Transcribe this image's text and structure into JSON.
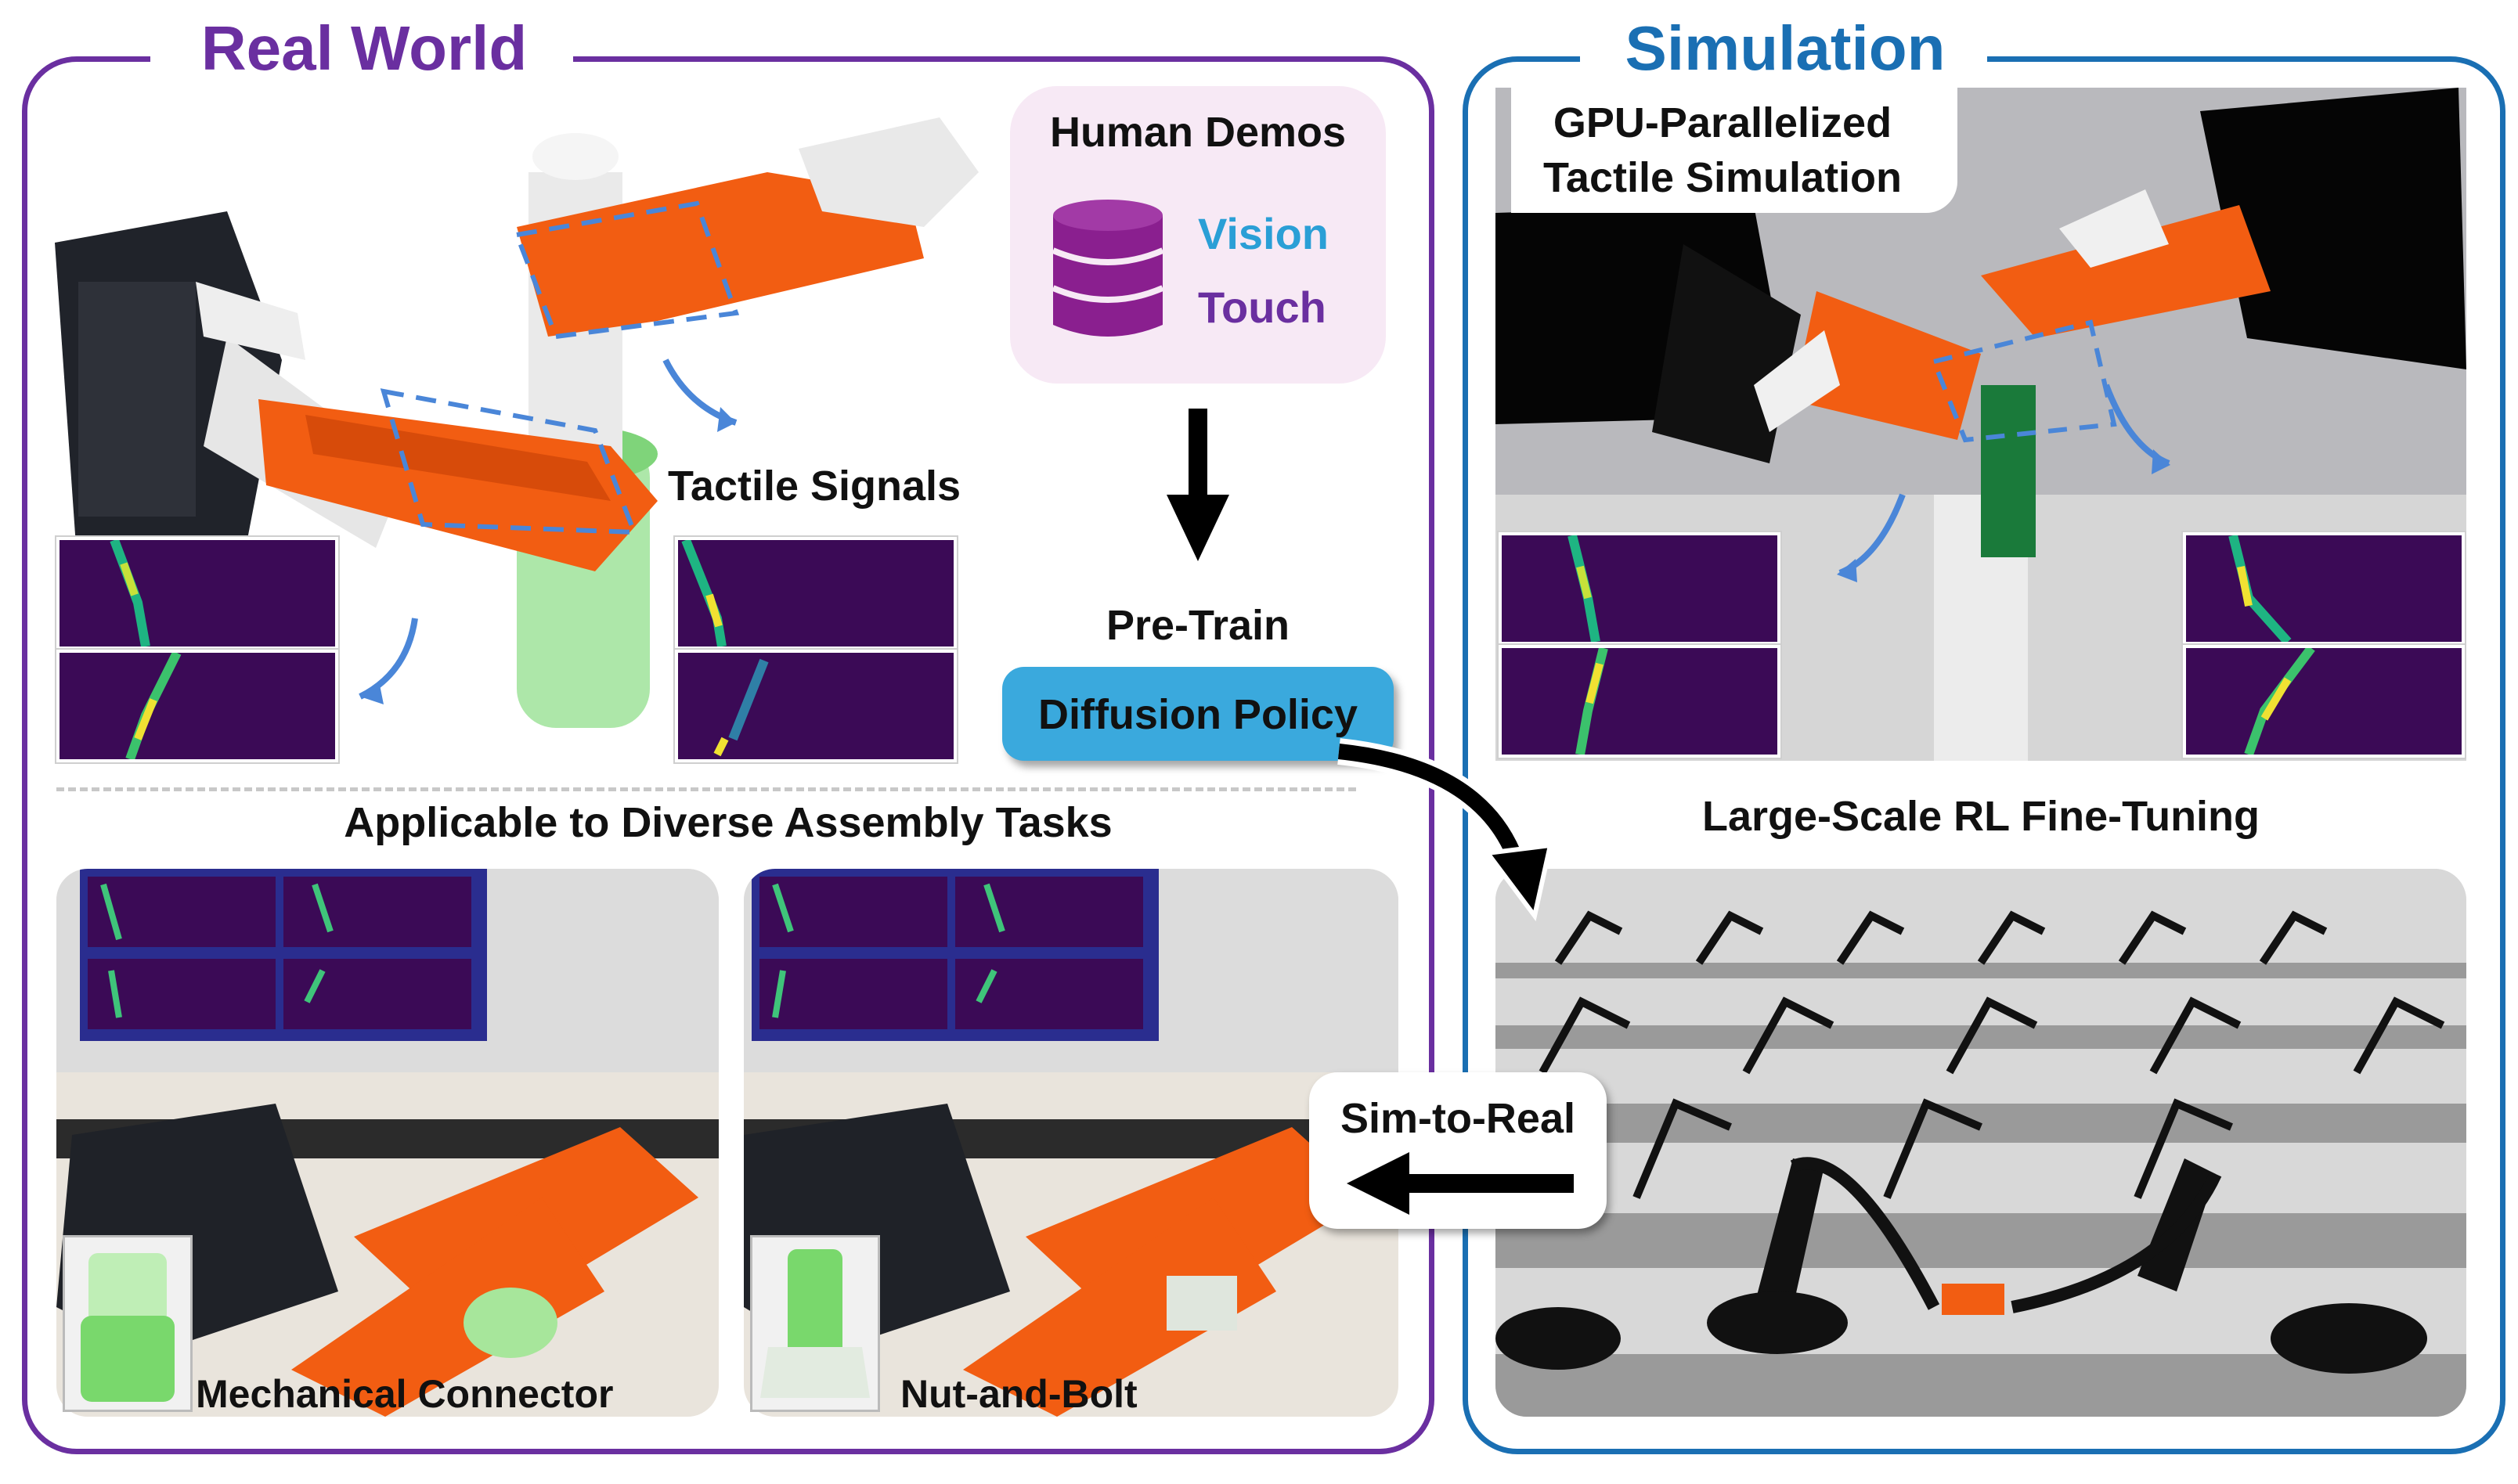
{
  "real_world": {
    "title": "Real World",
    "human_demos": {
      "title": "Human Demos",
      "vision": "Vision",
      "touch": "Touch"
    },
    "tactile_signals": "Tactile Signals",
    "pre_train": "Pre-Train",
    "diffusion_policy": "Diffusion Policy",
    "applicable": "Applicable to Diverse Assembly Tasks",
    "tasks": [
      {
        "label": "Mechanical Connector"
      },
      {
        "label": "Nut-and-Bolt"
      }
    ]
  },
  "simulation": {
    "title": "Simulation",
    "gpu_label_line1": "GPU-Parallelized",
    "gpu_label_line2": "Tactile Simulation",
    "rl_finetune": "Large-Scale RL Fine-Tuning",
    "sim_to_real": "Sim-to-Real"
  },
  "colors": {
    "real_world": "#6a2fa0",
    "simulation": "#1a6fb3",
    "diffusion_policy_fill": "#3aa9dd",
    "human_demos_bg": "#f7e9f5",
    "vision_text": "#2a9fd6",
    "touch_text": "#6a2fa0",
    "gripper_orange": "#f25d12",
    "heatmap_bg": "#3b0a56"
  }
}
